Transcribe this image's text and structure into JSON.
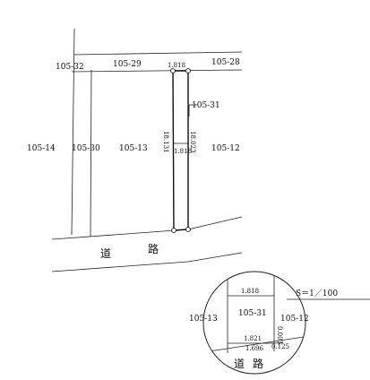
{
  "parcels": {
    "p105_32": "105-32",
    "p105_29": "105-29",
    "p105_28": "105-28",
    "p105_31": "105-31",
    "p105_14": "105-14",
    "p105_30": "105-30",
    "p105_13": "105-13",
    "p105_12": "105-12"
  },
  "dimensions": {
    "top_width": "1.818",
    "left_length": "18.131",
    "right_length": "18.023",
    "middle_width": "1.818"
  },
  "road": {
    "char1": "道",
    "char2": "路"
  },
  "detail": {
    "scale": "S＝1／100",
    "top_width": "1.818",
    "parcel_left": "105-13",
    "parcel_center": "105-31",
    "parcel_right": "105-12",
    "bottom_width_a": "1.821",
    "bottom_width_b": "1.696",
    "corner_cut": "0.125",
    "side_offset": "0.003",
    "road_char1": "道",
    "road_char2": "路"
  }
}
